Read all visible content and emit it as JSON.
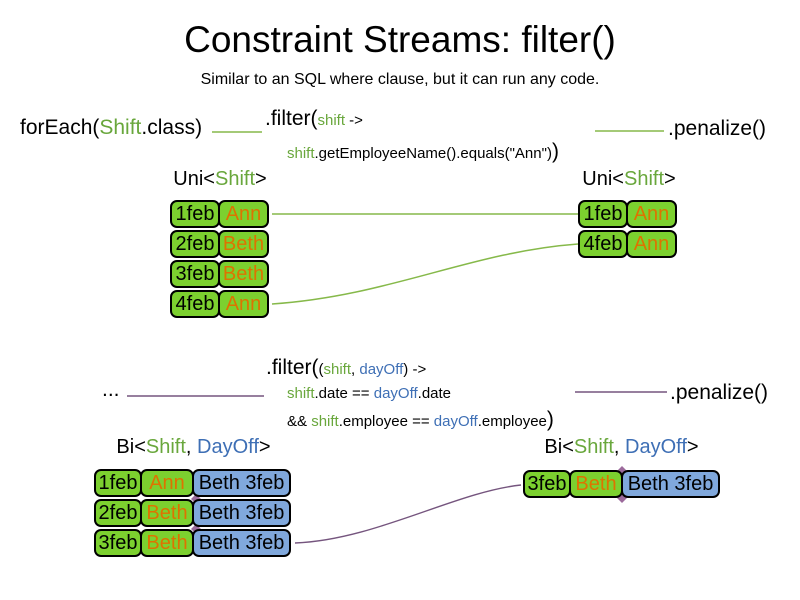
{
  "title": "Constraint Streams: filter()",
  "subtitle": "Similar to an SQL where clause, but it can run any code.",
  "palette": {
    "box-green": "#7cd02f",
    "box-blue": "#80a8dc",
    "text-green": "#69a73c",
    "text-blue": "#3e6fb5",
    "text-orange": "#de7300",
    "line-green": "#86b94a",
    "line-purple": "#75557e",
    "diamond-purple": "#9c6a9c"
  },
  "top": {
    "foreach_pre": "forEach(",
    "foreach_type": "Shift",
    "foreach_suf": ".class)",
    "filter_pre": ".filter(",
    "filter_param": "shift",
    "filter_arrow": " ->",
    "body_param": "shift",
    "body_rest": ".getEmployeeName().equals(\"Ann\")",
    "body_close": ")",
    "penalize": ".penalize()",
    "left_label_pre": "Uni<",
    "left_label_type": "Shift",
    "left_label_suf": ">",
    "right_label_pre": "Uni<",
    "right_label_type": "Shift",
    "right_label_suf": ">",
    "left_rows": [
      {
        "date": "1feb",
        "name": "Ann"
      },
      {
        "date": "2feb",
        "name": "Beth"
      },
      {
        "date": "3feb",
        "name": "Beth"
      },
      {
        "date": "4feb",
        "name": "Ann"
      }
    ],
    "right_rows": [
      {
        "date": "1feb",
        "name": "Ann"
      },
      {
        "date": "4feb",
        "name": "Ann"
      }
    ]
  },
  "bottom": {
    "ellipsis": "...",
    "filter_pre": ".filter(",
    "filter_open": "(",
    "param1": "shift",
    "comma": ", ",
    "param2": "dayOff",
    "filter_close": ")",
    "filter_arrow": " ->",
    "cond1_p1": "shift",
    "cond1_m1": ".date == ",
    "cond1_p2": "dayOff",
    "cond1_m2": ".date",
    "cond2_pre": "&& ",
    "cond2_p1": "shift",
    "cond2_m1": ".employee == ",
    "cond2_p2": "dayOff",
    "cond2_m2": ".employee",
    "cond2_close": ")",
    "penalize": ".penalize()",
    "left_label_pre": "Bi<",
    "left_label_t1": "Shift",
    "left_label_comma": ", ",
    "left_label_t2": "DayOff",
    "left_label_suf": ">",
    "right_label_pre": "Bi<",
    "right_label_t1": "Shift",
    "right_label_comma": ", ",
    "right_label_t2": "DayOff",
    "right_label_suf": ">",
    "left_rows": [
      {
        "date": "1feb",
        "name": "Ann",
        "pair": "Beth 3feb"
      },
      {
        "date": "2feb",
        "name": "Beth",
        "pair": "Beth 3feb"
      },
      {
        "date": "3feb",
        "name": "Beth",
        "pair": "Beth 3feb"
      }
    ],
    "right_rows": [
      {
        "date": "3feb",
        "name": "Beth",
        "pair": "Beth 3feb"
      }
    ]
  }
}
